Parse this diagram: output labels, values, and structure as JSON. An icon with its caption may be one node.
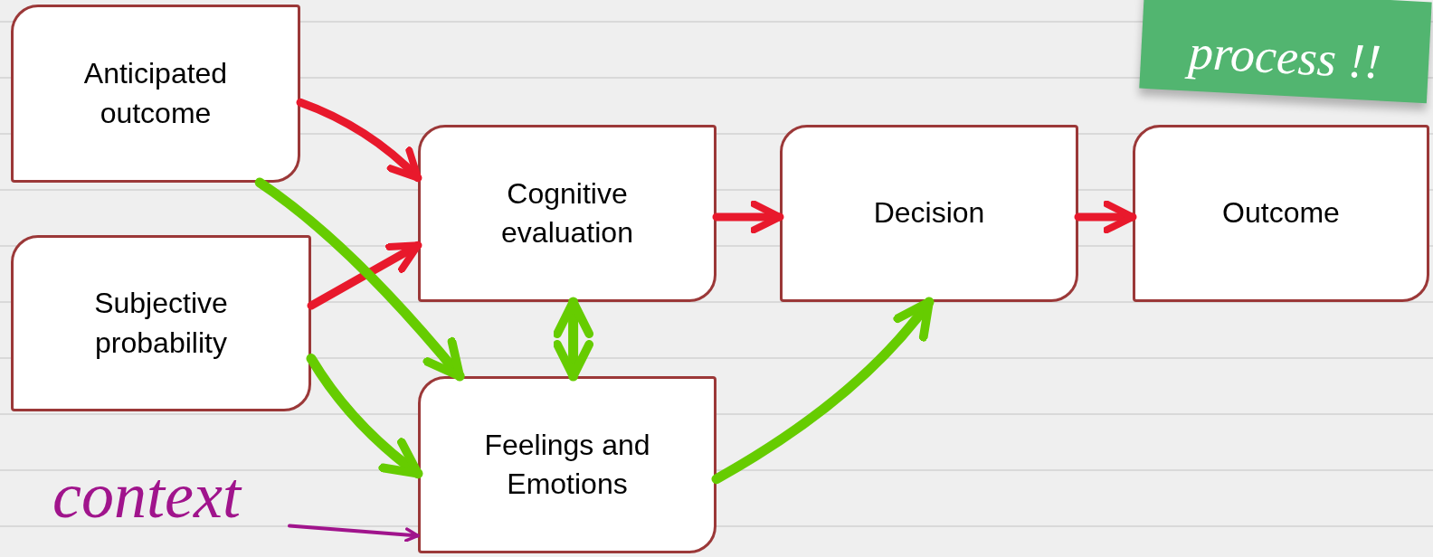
{
  "diagram": {
    "nodes": [
      {
        "text": [
          "Anticipated outcome"
        ]
      },
      {
        "text": [
          "Subjective probability"
        ]
      },
      {
        "text": [
          "Cognitive evaluation"
        ]
      },
      {
        "text": [
          "Decision"
        ]
      },
      {
        "text": [
          "Outcome"
        ]
      },
      {
        "text": [
          "Feelings and Emotions"
        ]
      },
      {
        "text": [
          "context"
        ]
      },
      {
        "text": [
          "process !!"
        ]
      }
    ],
    "edges": [
      {
        "from": 0,
        "to": 2,
        "arrow": "to",
        "color": "#e8192c"
      },
      {
        "from": 1,
        "to": 2,
        "arrow": "to",
        "color": "#e8192c"
      },
      {
        "from": 2,
        "to": 3,
        "arrow": "to",
        "color": "#e8192c"
      },
      {
        "from": 3,
        "to": 4,
        "arrow": "to",
        "color": "#e8192c"
      },
      {
        "from": 0,
        "to": 5,
        "arrow": "to",
        "color": "#66cc00"
      },
      {
        "from": 1,
        "to": 5,
        "arrow": "to",
        "color": "#66cc00"
      },
      {
        "from": 2,
        "to": 5,
        "arrow": "both",
        "color": "#66cc00"
      },
      {
        "from": 5,
        "to": 3,
        "arrow": "to",
        "color": "#66cc00"
      },
      {
        "from": 6,
        "to": 5,
        "arrow": "to",
        "color": "#a0148c"
      }
    ]
  }
}
